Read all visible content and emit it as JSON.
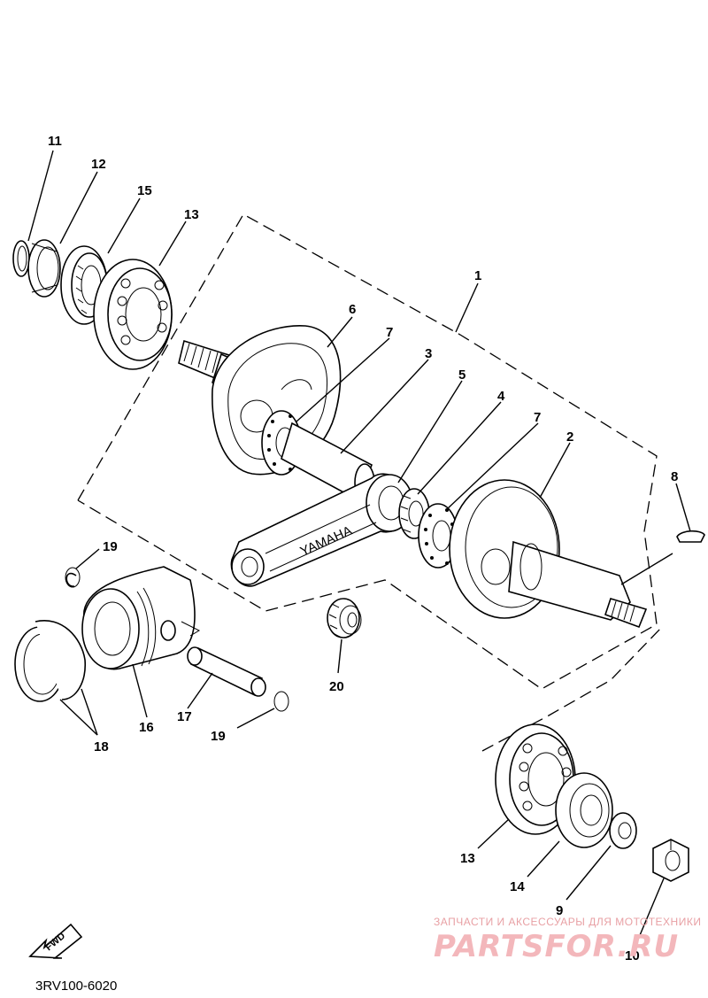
{
  "diagram": {
    "labels": {
      "p1": "1",
      "p2": "2",
      "p3": "3",
      "p4": "4",
      "p5": "5",
      "p6": "6",
      "p7a": "7",
      "p7b": "7",
      "p8": "8",
      "p9": "9",
      "p10": "10",
      "p11": "11",
      "p12": "12",
      "p13a": "13",
      "p13b": "13",
      "p14": "14",
      "p15": "15",
      "p16": "16",
      "p17": "17",
      "p18": "18",
      "p19a": "19",
      "p19b": "19",
      "p20": "20"
    },
    "rod_text": "YAMAHA",
    "fwd_text": "FWD",
    "code": "3RV100-6020"
  },
  "watermark": {
    "top": "ЗАПЧАСТИ И АКСЕССУАРЫ ДЛЯ МОТОТЕХНИКИ",
    "brand": "PARTSFOR.RU",
    "brand_color": "#f3b7bb"
  }
}
